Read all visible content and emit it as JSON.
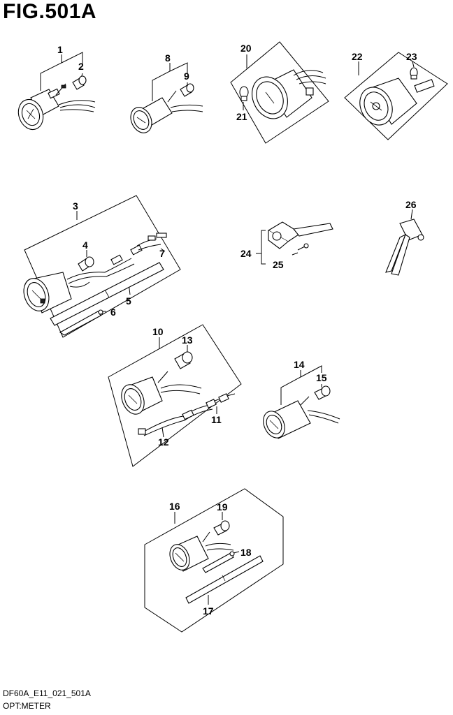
{
  "figure": {
    "title": "FIG.501A",
    "footer_code": "DF60A_E11_021_501A",
    "footer_name": "OPT:METER"
  },
  "callouts": [
    "1",
    "2",
    "3",
    "4",
    "5",
    "6",
    "7",
    "8",
    "9",
    "10",
    "11",
    "12",
    "13",
    "14",
    "15",
    "16",
    "17",
    "18",
    "19",
    "20",
    "21",
    "22",
    "23",
    "24",
    "25",
    "26"
  ]
}
